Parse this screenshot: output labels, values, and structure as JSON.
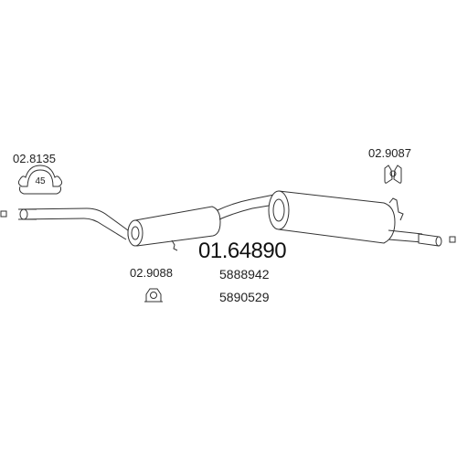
{
  "main_part_number": "01.64890",
  "oem_numbers": [
    "5888942",
    "5890529"
  ],
  "components": {
    "front_clamp": {
      "part_number": "02.8135",
      "size": "45"
    },
    "middle_mount": {
      "part_number": "02.9088"
    },
    "rear_mount": {
      "part_number": "02.9087"
    }
  }
}
